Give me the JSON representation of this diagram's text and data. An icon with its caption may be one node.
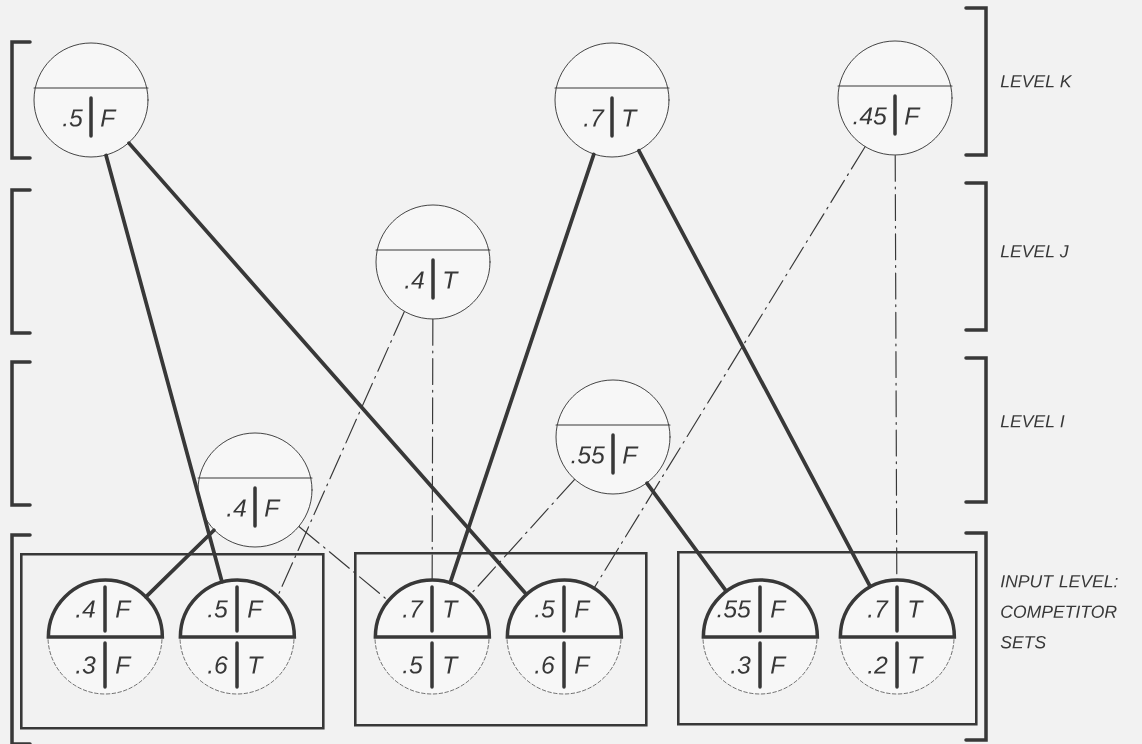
{
  "diagram": {
    "nodes": [
      {
        "text": [
          ".5",
          "F"
        ]
      },
      {
        "text": [
          ".7",
          "T"
        ]
      },
      {
        "text": [
          ".45",
          "F"
        ]
      },
      {
        "text": [
          ".4",
          "T"
        ]
      },
      {
        "text": [
          ".4",
          "F"
        ]
      },
      {
        "text": [
          ".55",
          "F"
        ]
      },
      {
        "text": [],
        "shape": "box"
      },
      {
        "text": [
          ".4",
          "F",
          ".3",
          "F"
        ],
        "in": 6
      },
      {
        "text": [
          ".5",
          "F",
          ".6",
          "T"
        ],
        "in": 6
      },
      {
        "text": [],
        "shape": "box"
      },
      {
        "text": [
          ".7",
          "T",
          ".5",
          "T"
        ],
        "in": 9
      },
      {
        "text": [
          ".5",
          "F",
          ".6",
          "F"
        ],
        "in": 9
      },
      {
        "text": [],
        "shape": "box"
      },
      {
        "text": [
          ".55",
          "F",
          ".3",
          "F"
        ],
        "in": 12
      },
      {
        "text": [
          ".7",
          "T",
          ".2",
          "T"
        ],
        "in": 12
      }
    ],
    "edges": [
      {
        "from": 0,
        "to": 8,
        "arrow": "none",
        "style": "thick"
      },
      {
        "from": 0,
        "to": 11,
        "arrow": "none",
        "style": "thick"
      },
      {
        "from": 1,
        "to": 10,
        "arrow": "none",
        "style": "thick"
      },
      {
        "from": 1,
        "to": 14,
        "arrow": "none",
        "style": "thick"
      },
      {
        "from": 2,
        "to": 11,
        "arrow": "none",
        "style": "dashed"
      },
      {
        "from": 2,
        "to": 14,
        "arrow": "none",
        "style": "dashed"
      },
      {
        "from": 3,
        "to": 8,
        "arrow": "none",
        "style": "dashed"
      },
      {
        "from": 3,
        "to": 10,
        "arrow": "none",
        "style": "dashed"
      },
      {
        "from": 4,
        "to": 7,
        "arrow": "none",
        "style": "thick"
      },
      {
        "from": 4,
        "to": 10,
        "arrow": "none",
        "style": "dashed"
      },
      {
        "from": 5,
        "to": 10,
        "arrow": "none",
        "style": "dashed"
      },
      {
        "from": 5,
        "to": 13,
        "arrow": "none",
        "style": "thick"
      }
    ],
    "labels": [
      "LEVEL K",
      "LEVEL J",
      "LEVEL I",
      "INPUT LEVEL: COMPETITOR SETS"
    ]
  }
}
